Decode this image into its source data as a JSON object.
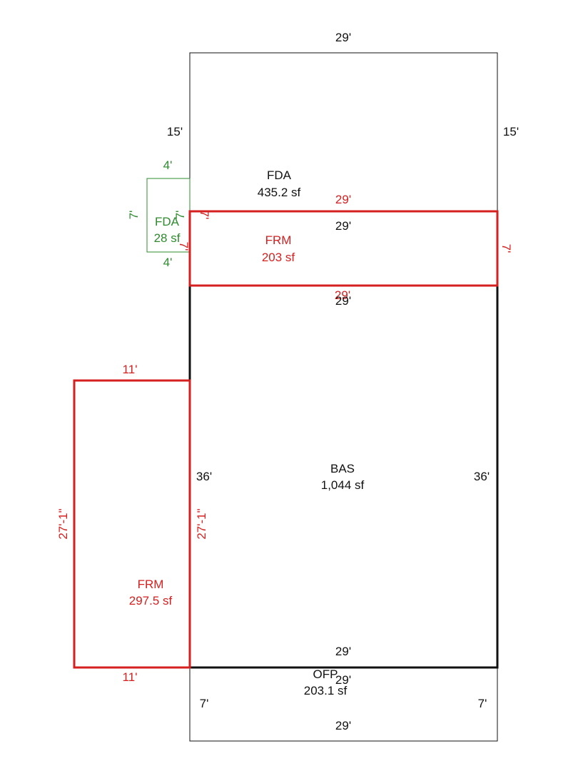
{
  "colors": {
    "black": "#111111",
    "red": "#d61f1f",
    "green": "#2e8b2e"
  },
  "areas": {
    "fda_top": {
      "code": "FDA",
      "area": "435.2 sf"
    },
    "fda_small": {
      "code": "FDA",
      "area": "28 sf"
    },
    "frm_top": {
      "code": "FRM",
      "area": "203 sf"
    },
    "bas": {
      "code": "BAS",
      "area": "1,044 sf"
    },
    "frm_left": {
      "code": "FRM",
      "area": "297.5 sf"
    },
    "ofp": {
      "code": "OFP",
      "area": "203.1 sf"
    }
  },
  "dims": {
    "fda_top_top": "29'",
    "fda_top_left": "15'",
    "fda_top_right": "15'",
    "fda_top_bottom": "29'",
    "fda_small_top": "4'",
    "fda_small_left": "7'",
    "fda_small_right": "7'",
    "fda_small_bottom": "4'",
    "frm_top_top": "29'",
    "frm_top_left": "7'",
    "frm_top_right": "7'",
    "frm_top_bottom": "29'",
    "bas_top": "29'",
    "bas_left": "36'",
    "bas_right": "36'",
    "bas_bottom": "29'",
    "frm_left_top": "11'",
    "frm_left_left": "27'-1\"",
    "frm_left_right": "27'-1\"",
    "frm_left_bottom": "11'",
    "ofp_top": "29'",
    "ofp_left": "7'",
    "ofp_right": "7'",
    "ofp_bottom": "29'"
  }
}
